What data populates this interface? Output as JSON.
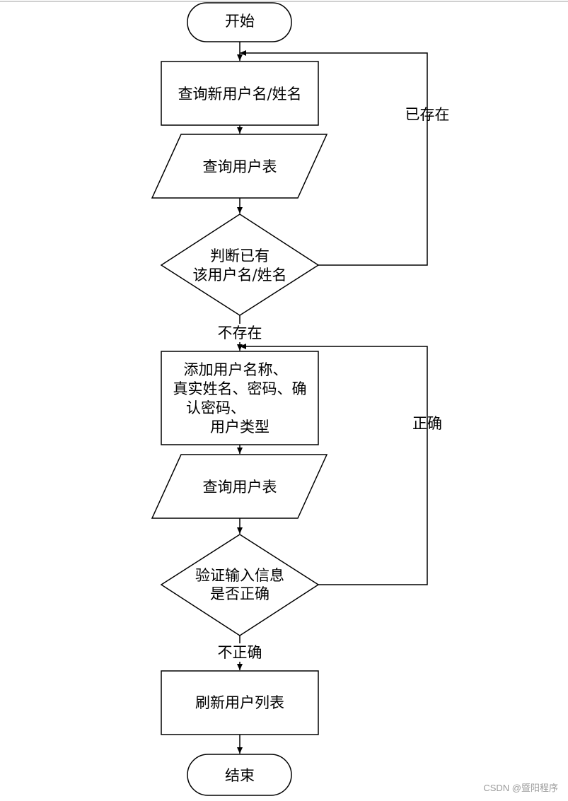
{
  "flowchart": {
    "start": "开始",
    "query_name": "查询新用户名/姓名",
    "query_table_1": "查询用户表",
    "check_exists": [
      "判断已有",
      "该用户名/姓名"
    ],
    "exists_label": "已存在",
    "not_exists_label": "不存在",
    "add_user": [
      "添加用户名称、",
      "真实姓名、密码、确",
      "认密码、",
      "用户类型"
    ],
    "query_table_2": "查询用户表",
    "verify": [
      "验证输入信息",
      "是否正确"
    ],
    "correct_label": "正确",
    "incorrect_label": "不正确",
    "refresh": "刷新用户列表",
    "end": "结束"
  },
  "watermark": "CSDN @暨阳程序"
}
